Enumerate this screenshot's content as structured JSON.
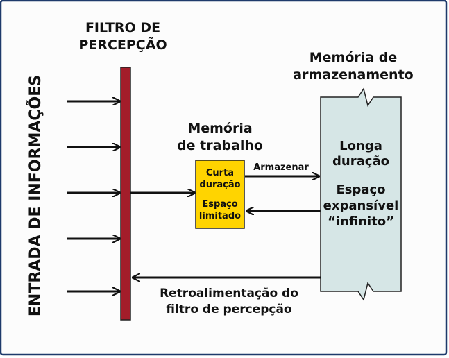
{
  "colors": {
    "background": "#fcfcfc",
    "frame": "#1e3a6b",
    "filter_bar": "#a31d2a",
    "working_memory_fill": "#ffd400",
    "storage_fill": "#d6e6e6",
    "arrow": "#111111"
  },
  "input_label": "ENTRADA DE INFORMAÇÕES",
  "filter": {
    "title_line1": "FILTRO DE",
    "title_line2": "PERCEPÇÃO"
  },
  "working_memory": {
    "title_line1": "Memória",
    "title_line2": "de trabalho",
    "box_line1": "Curta",
    "box_line2": "duração",
    "box_line3": "Espaço",
    "box_line4": "limitado"
  },
  "storage_memory": {
    "title_line1": "Memória de",
    "title_line2": "armazenamento",
    "box_line1": "Longa",
    "box_line2": "duração",
    "box_line3": "Espaço",
    "box_line4": "expansível",
    "box_line5": "“infinito”"
  },
  "store_arrow_label": "Armazenar",
  "feedback": {
    "line1": "Retroalimentação do",
    "line2": "filtro de percepção"
  }
}
